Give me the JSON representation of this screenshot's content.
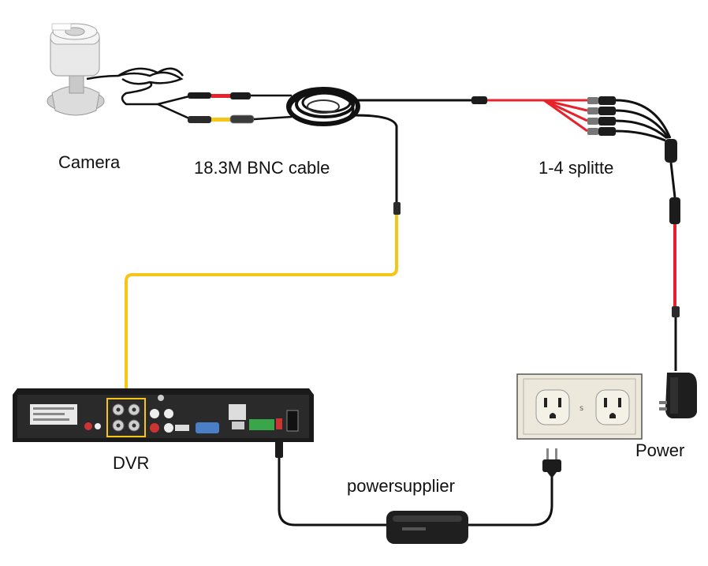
{
  "labels": {
    "camera": "Camera",
    "cable": "18.3M BNC cable",
    "splitter": "1-4 splitte",
    "dvr": "DVR",
    "power": "Power",
    "power_supplier": "powersupplier"
  },
  "colors": {
    "video_cable": "#f5c518",
    "power_cable": "#e8222a",
    "black_cable": "#111111",
    "dvr_body": "#1a1a1a",
    "dvr_panel": "#2a2a2a",
    "outlet_plate": "#ece9dc"
  },
  "icons": [
    "camera-icon",
    "cable-coil-icon",
    "splitter-icon",
    "dvr-icon",
    "wall-outlet-icon",
    "power-adapter-icon",
    "power-brick-icon"
  ]
}
